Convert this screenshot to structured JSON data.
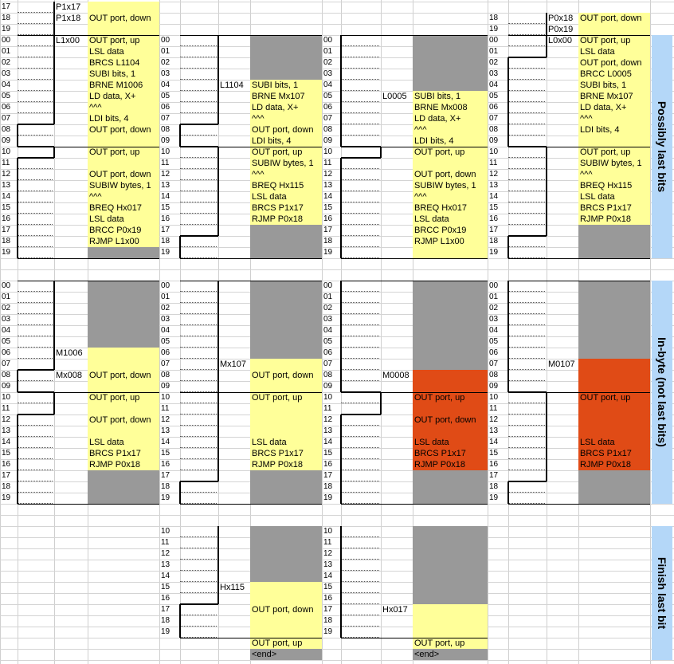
{
  "sidebar": {
    "bands": [
      {
        "label": "Possibly last bits",
        "color": "#b4d7f8"
      },
      {
        "label": "In-byte (not last bits)",
        "color": "#b4d7f8"
      },
      {
        "label": "Finish last bit",
        "color": "#b4d7f8"
      }
    ]
  },
  "colors": {
    "yellow": "#ffff99",
    "gray": "#999999",
    "orange": "#e04b16"
  },
  "blocks": [
    {
      "rows": [
        "17",
        "18",
        "19"
      ],
      "labels": {
        "0": "P1x17",
        "1": "P1x18"
      },
      "code": [
        null,
        "OUT port, down",
        null
      ],
      "fill": [
        "y",
        "y",
        "y"
      ],
      "wave": {
        "rows": [
          0,
          1,
          2
        ],
        "steps": [
          {
            "level": "high"
          },
          {
            "level": "high"
          },
          {
            "level": "high"
          }
        ]
      }
    },
    {
      "rows": [
        "18",
        "19"
      ],
      "labels": {
        "0": "P0x18",
        "1": "P0x19"
      },
      "code": [
        "OUT port, down",
        null
      ],
      "fill": [
        "y",
        "y"
      ]
    },
    {
      "rows": [
        "00",
        "01",
        "02",
        "03",
        "04",
        "05",
        "06",
        "07",
        "08",
        "09",
        "10",
        "11",
        "12",
        "13",
        "14",
        "15",
        "16",
        "17",
        "18",
        "19"
      ],
      "labels": {
        "0": "L1x00"
      },
      "code": [
        "OUT port, up",
        "LSL data",
        "BRCS L1104",
        "SUBI bits, 1",
        "BRNE M1006",
        "LD data, X+",
        "^^^",
        "LDI bits, 4",
        "OUT port, down",
        null,
        "OUT port, up",
        null,
        "OUT port, down",
        "SUBIW bytes, 1",
        "^^^",
        "BREQ Hx017",
        "LSL data",
        "BRCC P0x19",
        "RJMP L1x00",
        null
      ]
    },
    {
      "rows": [
        "00",
        "01",
        "02",
        "03",
        "04",
        "05",
        "06",
        "07",
        "08",
        "09",
        "10",
        "11",
        "12",
        "13",
        "14",
        "15",
        "16",
        "17",
        "18",
        "19"
      ],
      "labels": {
        "4": "L1104"
      },
      "code": [
        null,
        null,
        null,
        null,
        "SUBI bits, 1",
        "BRNE Mx107",
        "LD data, X+",
        "^^^",
        "OUT port, down",
        "LDI bits, 4",
        "OUT port, up",
        "SUBIW bytes, 1",
        "^^^",
        "BREQ Hx115",
        "LSL data",
        "BRCS P1x17",
        "RJMP P0x18",
        null,
        null,
        null
      ]
    },
    {
      "rows": [
        "00",
        "01",
        "02",
        "03",
        "04",
        "05",
        "06",
        "07",
        "08",
        "09",
        "10",
        "11",
        "12",
        "13",
        "14",
        "15",
        "16",
        "17",
        "18",
        "19"
      ],
      "labels": {
        "5": "L0005"
      },
      "code": [
        null,
        null,
        null,
        null,
        null,
        "SUBI bits, 1",
        "BRNE Mx008",
        "LD data, X+",
        "^^^",
        "LDI bits, 4",
        "OUT port, up",
        null,
        "OUT port, down",
        "SUBIW bytes, 1",
        "^^^",
        "BREQ Hx017",
        "LSL data",
        "BRCC P0x19",
        "RJMP L1x00",
        null
      ]
    },
    {
      "rows": [
        "00",
        "01",
        "02",
        "03",
        "04",
        "05",
        "06",
        "07",
        "08",
        "09",
        "10",
        "11",
        "12",
        "13",
        "14",
        "15",
        "16",
        "17",
        "18",
        "19"
      ],
      "labels": {
        "0": "L0x00"
      },
      "code": [
        "OUT port, up",
        "LSL data",
        "OUT port, down",
        "BRCC L0005",
        "SUBI bits, 1",
        "BRNE Mx107",
        "LD data, X+",
        "^^^",
        "LDI bits, 4",
        null,
        "OUT port, up",
        "SUBIW bytes, 1",
        "^^^",
        "BREQ Hx115",
        "LSL data",
        "BRCS P1x17",
        "RJMP P0x18",
        null,
        null,
        null
      ]
    },
    {
      "rows": [
        "00",
        "01",
        "02",
        "03",
        "04",
        "05",
        "06",
        "07",
        "08",
        "09",
        "10",
        "11",
        "12",
        "13",
        "14",
        "15",
        "16",
        "17",
        "18",
        "19"
      ],
      "labels": {
        "6": "M1006",
        "8": "Mx008"
      },
      "code": [
        null,
        null,
        null,
        null,
        null,
        null,
        null,
        null,
        "OUT port, down",
        null,
        "OUT port, up",
        null,
        "OUT port, down",
        null,
        "LSL data",
        "BRCS P1x17",
        "RJMP P0x18",
        null,
        null,
        null
      ]
    },
    {
      "rows": [
        "00",
        "01",
        "02",
        "03",
        "04",
        "05",
        "06",
        "07",
        "08",
        "09",
        "10",
        "11",
        "12",
        "13",
        "14",
        "15",
        "16",
        "17",
        "18",
        "19"
      ],
      "labels": {
        "7": "Mx107"
      },
      "code": [
        null,
        null,
        null,
        null,
        null,
        null,
        null,
        null,
        "OUT port, down",
        null,
        "OUT port, up",
        null,
        null,
        null,
        "LSL data",
        "BRCS P1x17",
        "RJMP P0x18",
        null,
        null,
        null
      ]
    },
    {
      "rows": [
        "00",
        "01",
        "02",
        "03",
        "04",
        "05",
        "06",
        "07",
        "08",
        "09",
        "10",
        "11",
        "12",
        "13",
        "14",
        "15",
        "16",
        "17",
        "18",
        "19"
      ],
      "labels": {
        "8": "M0008"
      },
      "code": [
        null,
        null,
        null,
        null,
        null,
        null,
        null,
        null,
        null,
        null,
        "OUT port, up",
        null,
        "OUT port, down",
        null,
        "LSL data",
        "BRCS P1x17",
        "RJMP P0x18",
        null,
        null,
        null
      ]
    },
    {
      "rows": [
        "00",
        "01",
        "02",
        "03",
        "04",
        "05",
        "06",
        "07",
        "08",
        "09",
        "10",
        "11",
        "12",
        "13",
        "14",
        "15",
        "16",
        "17",
        "18",
        "19"
      ],
      "labels": {
        "7": "M0107"
      },
      "code": [
        null,
        null,
        null,
        null,
        null,
        null,
        null,
        null,
        null,
        null,
        "OUT port, up",
        null,
        null,
        null,
        "LSL data",
        "BRCS P1x17",
        "RJMP P0x18",
        null,
        null,
        null
      ]
    },
    {
      "rows": [
        "10",
        "11",
        "12",
        "13",
        "14",
        "15",
        "16",
        "17",
        "18",
        "19"
      ],
      "labels": {
        "5": "Hx115"
      },
      "code": [
        null,
        null,
        null,
        null,
        null,
        null,
        null,
        "OUT port, down",
        null,
        null
      ],
      "tail": [
        "OUT port, up",
        "<end>"
      ]
    },
    {
      "rows": [
        "10",
        "11",
        "12",
        "13",
        "14",
        "15",
        "16",
        "17",
        "18",
        "19"
      ],
      "labels": {
        "7": "Hx017"
      },
      "code": [
        null,
        null,
        null,
        null,
        null,
        null,
        null,
        null,
        null,
        null
      ],
      "tail": [
        "OUT port, up",
        "<end>"
      ]
    }
  ]
}
